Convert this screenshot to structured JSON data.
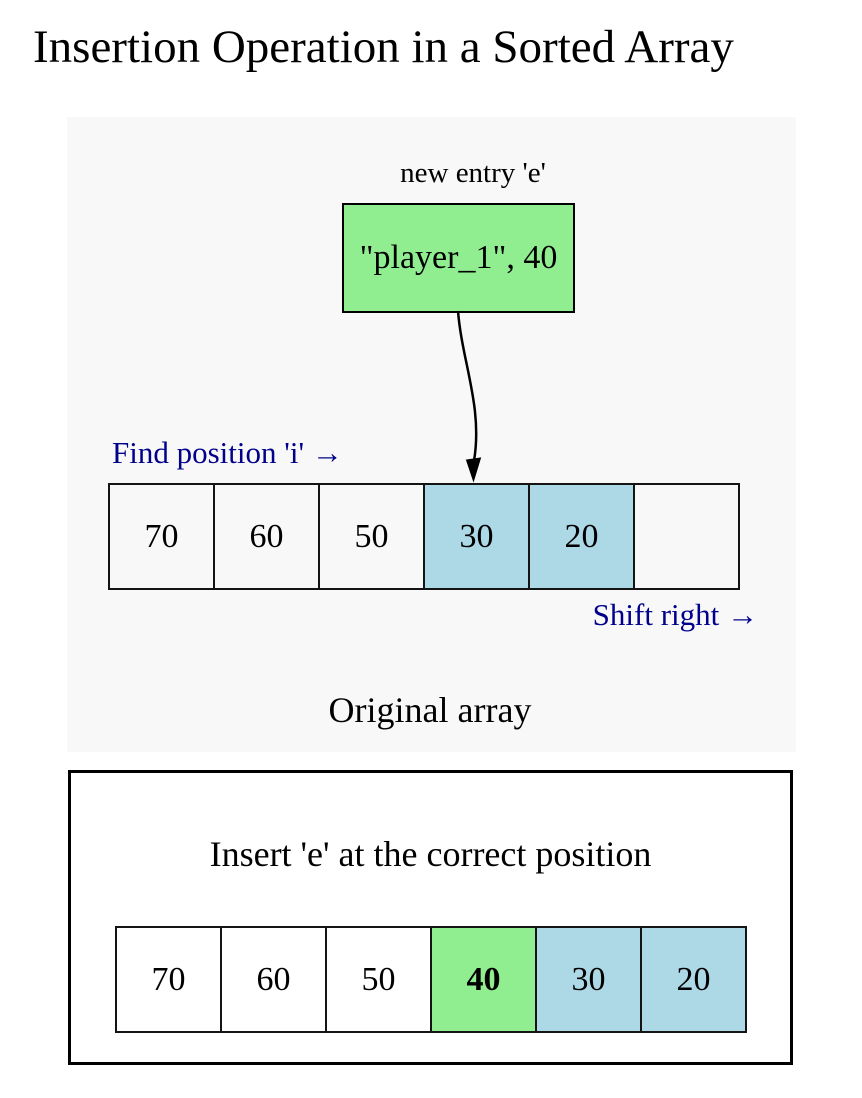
{
  "title": "Insertion Operation in a Sorted Array",
  "colors": {
    "cluster_bg": "#f8f8f8",
    "green": "#90ee90",
    "blue": "#add8e6",
    "navy": "#00008b",
    "border": "#000000"
  },
  "top_section": {
    "new_entry_label": "new entry 'e'",
    "new_entry_value": "\"player_1\", 40",
    "find_position_label": "Find position 'i' →",
    "shift_right_label": "Shift right →",
    "caption": "Original array",
    "array_cells": [
      {
        "value": "70",
        "fill": "white",
        "bold": false
      },
      {
        "value": "60",
        "fill": "white",
        "bold": false
      },
      {
        "value": "50",
        "fill": "white",
        "bold": false
      },
      {
        "value": "30",
        "fill": "blue",
        "bold": false
      },
      {
        "value": "20",
        "fill": "blue",
        "bold": false
      },
      {
        "value": "",
        "fill": "white",
        "bold": false
      }
    ]
  },
  "bottom_section": {
    "caption": "Insert 'e' at the correct position",
    "array_cells": [
      {
        "value": "70",
        "fill": "white",
        "bold": false
      },
      {
        "value": "60",
        "fill": "white",
        "bold": false
      },
      {
        "value": "50",
        "fill": "white",
        "bold": false
      },
      {
        "value": "40",
        "fill": "green",
        "bold": true
      },
      {
        "value": "30",
        "fill": "blue",
        "bold": false
      },
      {
        "value": "20",
        "fill": "blue",
        "bold": false
      }
    ]
  }
}
